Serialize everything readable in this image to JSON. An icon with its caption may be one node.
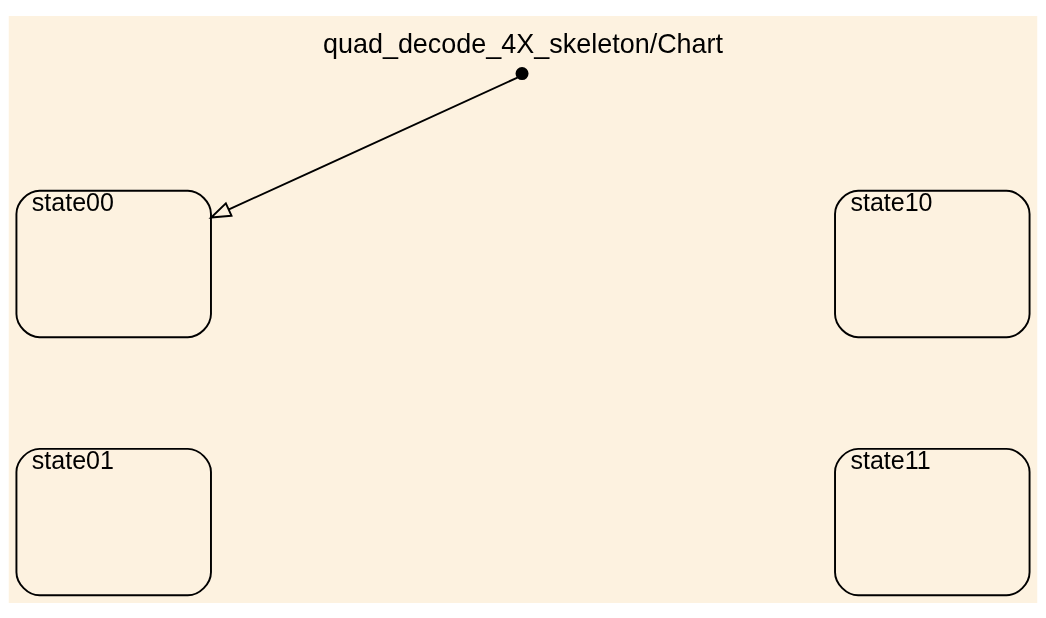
{
  "diagram": {
    "title": "quad_decode_4X_skeleton/Chart",
    "nodes": [
      {
        "text": [],
        "shape": "circle"
      },
      {
        "text": [
          "state00"
        ]
      },
      {
        "text": [
          "state10"
        ]
      },
      {
        "text": [
          "state01"
        ]
      },
      {
        "text": [
          "state11"
        ]
      }
    ],
    "edges": [
      {
        "from": 0,
        "to": 1,
        "arrow": "to"
      }
    ]
  }
}
